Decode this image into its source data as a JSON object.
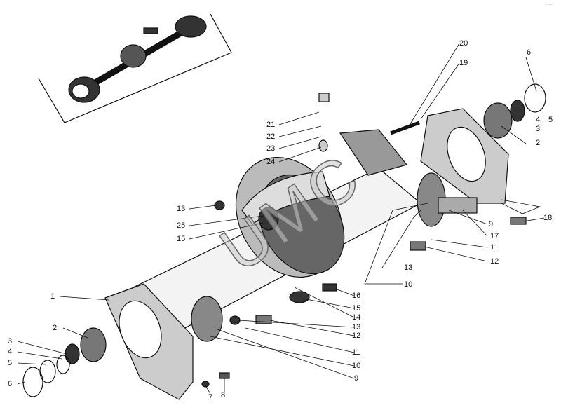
{
  "title": "Rear axle housing exploded view",
  "watermark": "UMC",
  "corner_mark": "ᵖᵐ ⁿⁿⁿ",
  "callouts": [
    {
      "id": "c20",
      "text": "20"
    },
    {
      "id": "c19",
      "text": "19"
    },
    {
      "id": "c6a",
      "text": "6"
    },
    {
      "id": "c5a",
      "text": "5"
    },
    {
      "id": "c4a",
      "text": "4"
    },
    {
      "id": "c3a",
      "text": "3"
    },
    {
      "id": "c2a",
      "text": "2"
    },
    {
      "id": "c21",
      "text": "21"
    },
    {
      "id": "c22",
      "text": "22"
    },
    {
      "id": "c23",
      "text": "23"
    },
    {
      "id": "c24",
      "text": "24"
    },
    {
      "id": "c13a",
      "text": "13"
    },
    {
      "id": "c25",
      "text": "25"
    },
    {
      "id": "c15a",
      "text": "15"
    },
    {
      "id": "c9a",
      "text": "9"
    },
    {
      "id": "c17",
      "text": "17"
    },
    {
      "id": "c11a",
      "text": "11"
    },
    {
      "id": "c12a",
      "text": "12"
    },
    {
      "id": "c18",
      "text": "18"
    },
    {
      "id": "c13b",
      "text": "13"
    },
    {
      "id": "c10a",
      "text": "10"
    },
    {
      "id": "c1",
      "text": "1"
    },
    {
      "id": "c2b",
      "text": "2"
    },
    {
      "id": "c3b",
      "text": "3"
    },
    {
      "id": "c4b",
      "text": "4"
    },
    {
      "id": "c5b",
      "text": "5"
    },
    {
      "id": "c6b",
      "text": "6"
    },
    {
      "id": "c16",
      "text": "16"
    },
    {
      "id": "c15b",
      "text": "15"
    },
    {
      "id": "c14",
      "text": "14"
    },
    {
      "id": "c13c",
      "text": "13"
    },
    {
      "id": "c12b",
      "text": "12"
    },
    {
      "id": "c11b",
      "text": "11"
    },
    {
      "id": "c10b",
      "text": "10"
    },
    {
      "id": "c9b",
      "text": "9"
    },
    {
      "id": "c7",
      "text": "7"
    },
    {
      "id": "c8",
      "text": "8"
    }
  ]
}
